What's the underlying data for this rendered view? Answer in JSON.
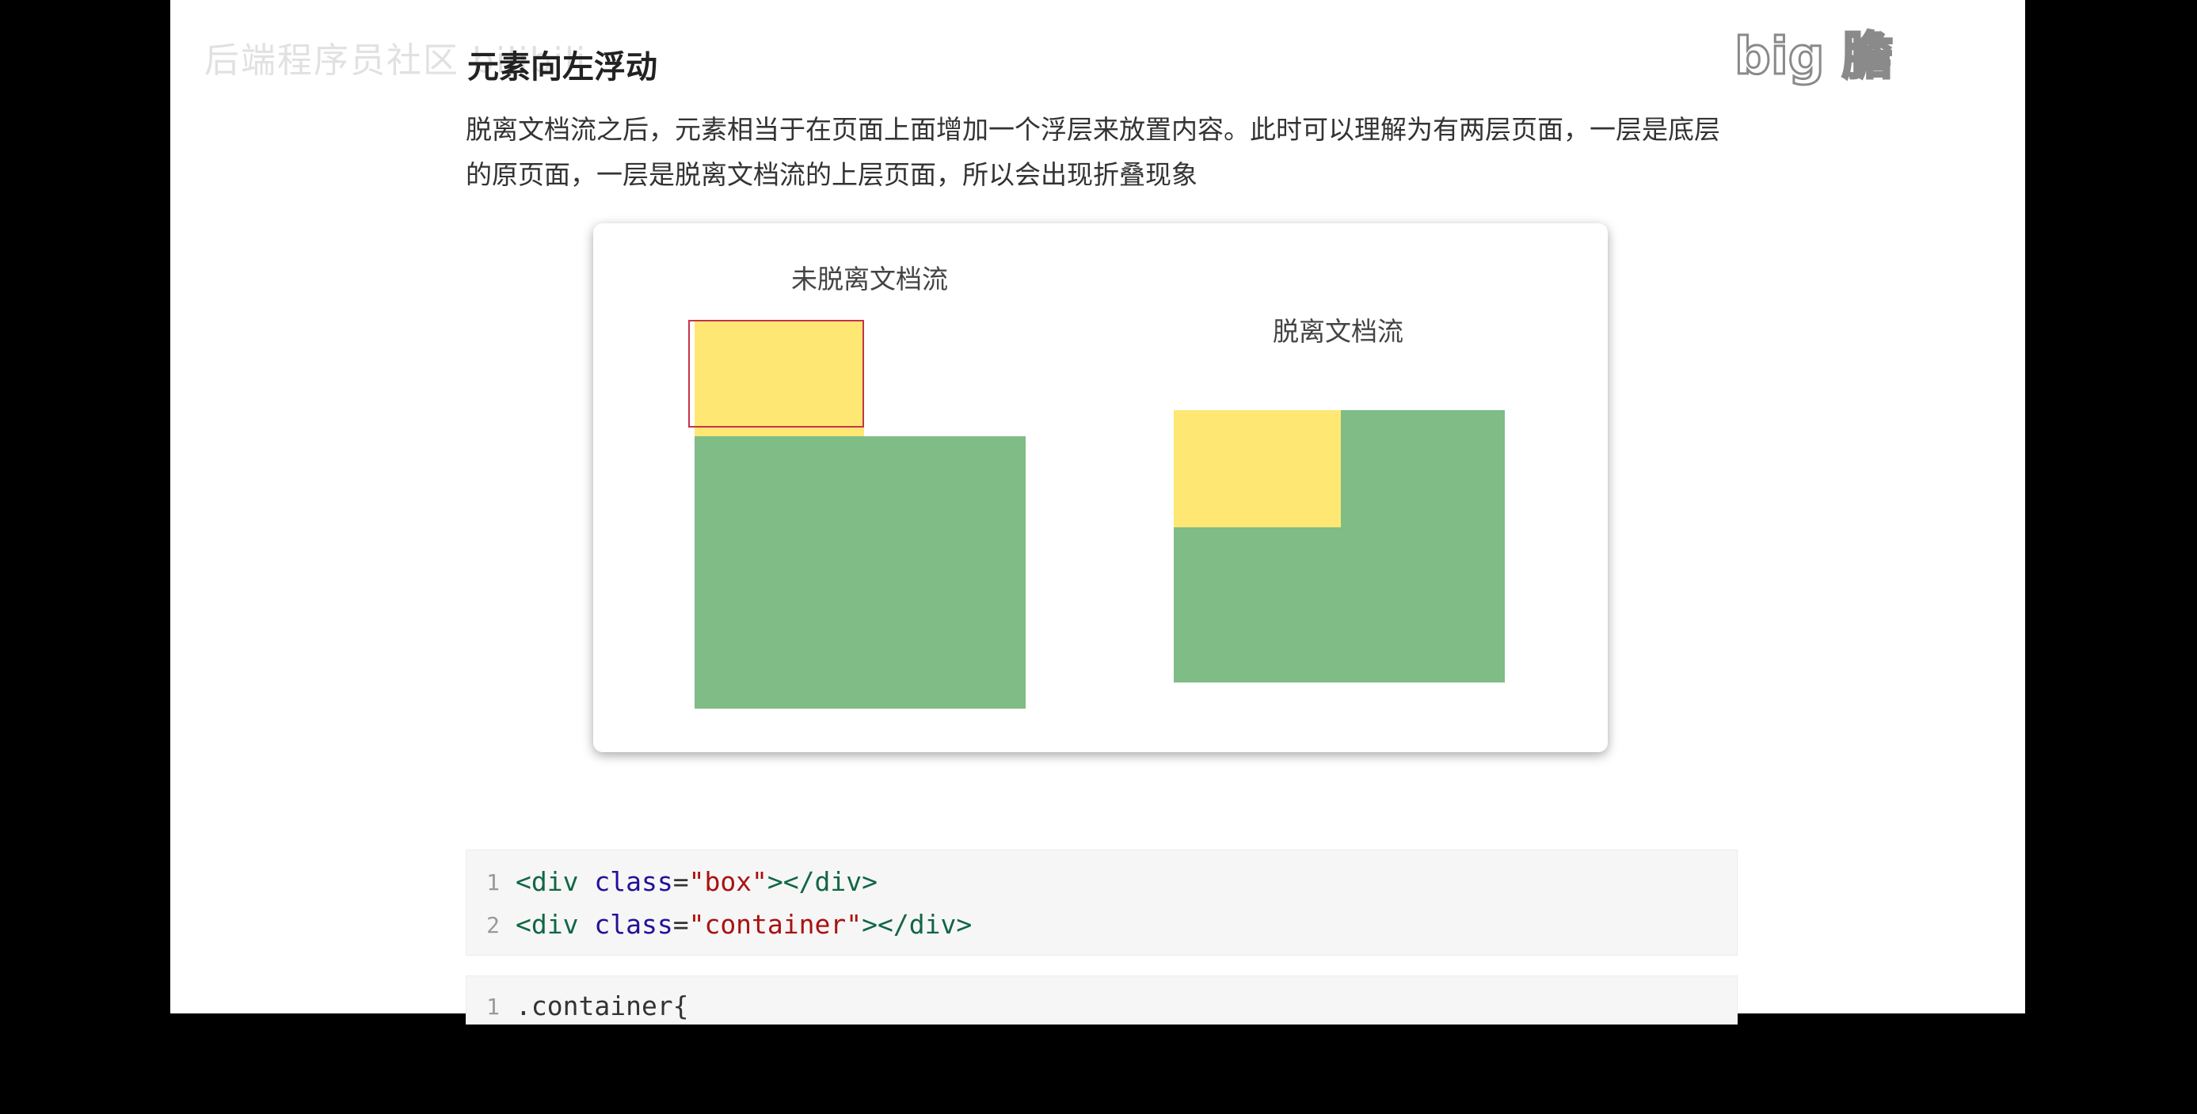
{
  "watermarks": {
    "left": "后端程序员社区 bilibili",
    "right": "big 膽"
  },
  "article": {
    "heading": "元素向左浮动",
    "paragraph_line1": "脱离文档流之后，元素相当于在页面上面增加一个浮层来放置内容。此时可以理解为有两层页面，一层是底层",
    "paragraph_line2": "的原页面，一层是脱离文档流的上层页面，所以会出现折叠现象"
  },
  "figure": {
    "label_not_floated": "未脱离文档流",
    "label_floated": "脱离文档流",
    "colors": {
      "green": "#7fbc86",
      "yellow": "#ffe774",
      "outline": "#c4354a"
    }
  },
  "code_block_1": {
    "lines": [
      {
        "num": "1",
        "tag_open": "<div",
        "attr": "class",
        "eq": "=",
        "value": "\"box\"",
        "tag_close": "></div>"
      },
      {
        "num": "2",
        "tag_open": "<div",
        "attr": "class",
        "eq": "=",
        "value": "\"container\"",
        "tag_close": "></div>"
      }
    ]
  },
  "code_block_2": {
    "lines": [
      {
        "num": "1",
        "text": ".container{"
      }
    ]
  }
}
